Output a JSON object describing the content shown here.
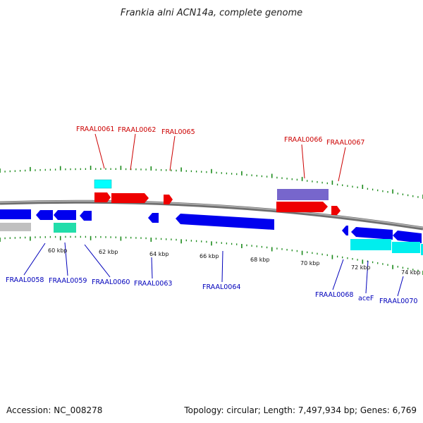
{
  "title": "Frankia alni ACN14a, complete genome",
  "footer": {
    "accession": "Accession: NC_008278",
    "summary": "Topology: circular; Length: 7,497,934 bp; Genes: 6,769"
  },
  "colors": {
    "forward_label": "#cc0000",
    "reverse_label": "#0000bb",
    "tick": "#1a8a1a",
    "backbone": "#808080"
  },
  "tick_labels": [
    "60 kbp",
    "62 kbp",
    "64 kbp",
    "66 kbp",
    "68 kbp",
    "70 kbp",
    "72 kbp",
    "74 kbp"
  ],
  "forward_gene_labels": [
    "FRAAL0061",
    "FRAAL0062",
    "FRAL0065",
    "FRAAL0066",
    "FRAAL0067"
  ],
  "reverse_gene_labels": [
    "FRAAL0058",
    "FRAAL0059",
    "FRAAL0060",
    "FRAAL0063",
    "FRAAL0064",
    "FRAAL0068",
    "aceF",
    "FRAAL0070"
  ]
}
